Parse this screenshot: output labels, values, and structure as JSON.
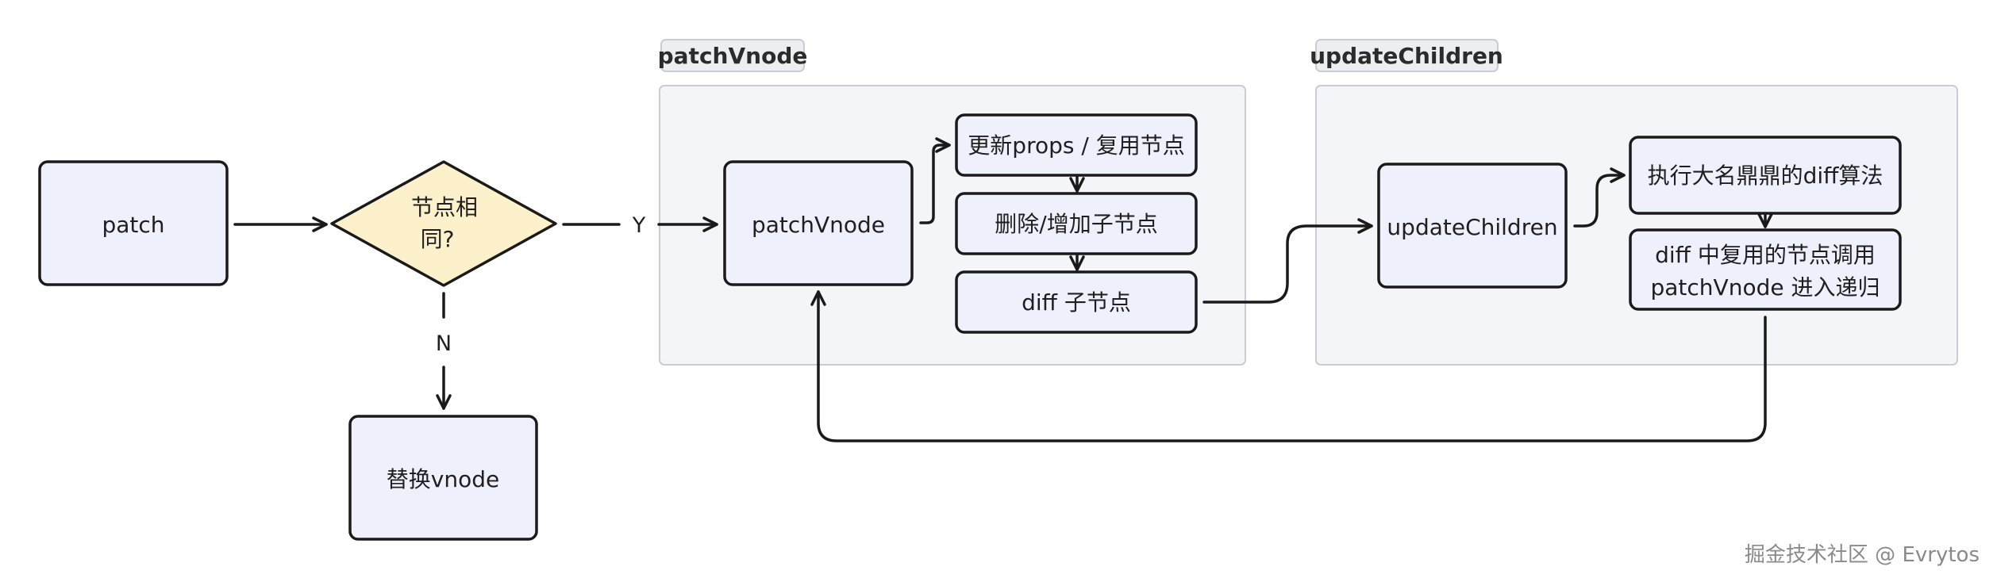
{
  "groups": {
    "patchvnode": {
      "title": "patchVnode"
    },
    "updatechildren": {
      "title": "updateChildren"
    }
  },
  "nodes": {
    "patch": "patch",
    "decision": [
      "节点相",
      "同?"
    ],
    "replace": "替换vnode",
    "patchvnode": "patchVnode",
    "update_props": "更新props / 复用节点",
    "add_remove": "删除/增加子节点",
    "diff_children": "diff 子节点",
    "updatechildren": "updateChildren",
    "diff_algo": "执行大名鼎鼎的diff算法",
    "recurse": [
      "diff 中复用的节点调用",
      "patchVnode 进入递归"
    ]
  },
  "edge_labels": {
    "yes": "Y",
    "no": "N"
  },
  "colors": {
    "node_fill": "#eef1fb",
    "decision_fill": "#fdf1cc",
    "group_fill": "#f4f5f8",
    "group_border": "#c9ccd3",
    "stroke": "#1a1a1a"
  },
  "watermark": "掘金技术社区 @ Evrytos"
}
